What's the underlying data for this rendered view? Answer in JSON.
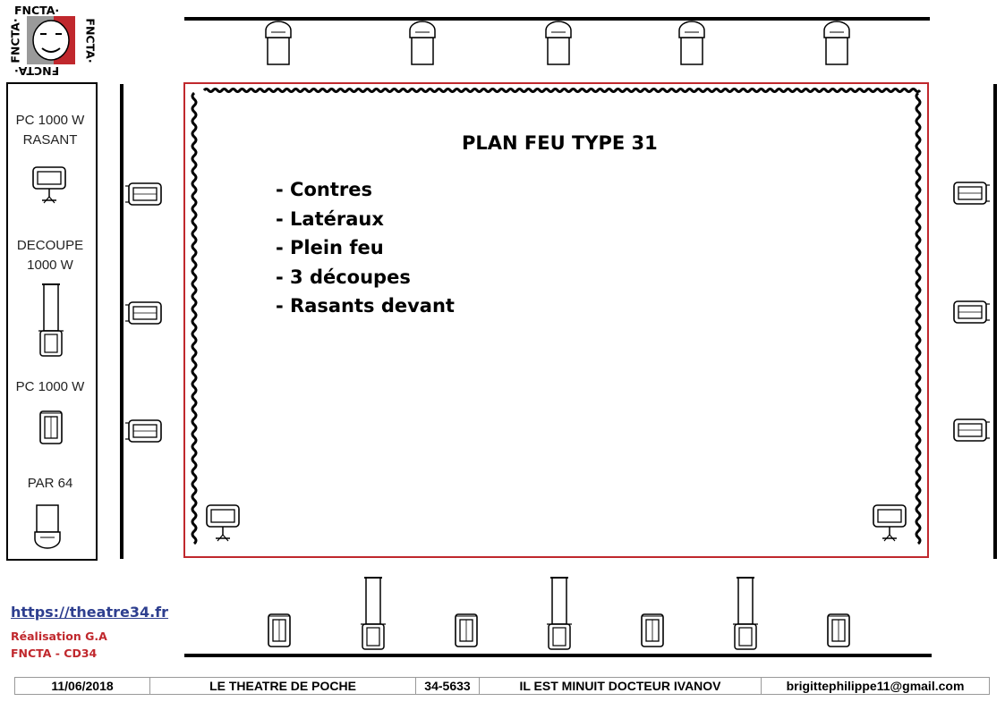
{
  "logo": {
    "text": "FNCTA·"
  },
  "legend": [
    {
      "label": "PC 1000 W RASANT",
      "icon": "pc-rasant-icon"
    },
    {
      "label": "DECOUPE 1000 W",
      "icon": "decoupe-icon"
    },
    {
      "label": "PC 1000 W",
      "icon": "pc-icon"
    },
    {
      "label": "PAR 64",
      "icon": "par64-icon"
    }
  ],
  "plan": {
    "title": "PLAN FEU TYPE 31",
    "items": [
      "- Contres",
      "- Latéraux",
      "- Plein feu",
      "- 3 découpes",
      "- Rasants devant"
    ]
  },
  "colors": {
    "stage_border": "#c0282d",
    "link": "#2e3f8f",
    "credit": "#c0282d"
  },
  "link": "https://theatre34.fr",
  "credits": [
    "Réalisation G.A",
    "FNCTA - CD34"
  ],
  "footer": {
    "date": "11/06/2018",
    "theatre": "LE THEATRE DE POCHE",
    "code": "34-5633",
    "play": "IL EST MINUIT DOCTEUR IVANOV",
    "email": "brigittephilippe11@gmail.com"
  }
}
